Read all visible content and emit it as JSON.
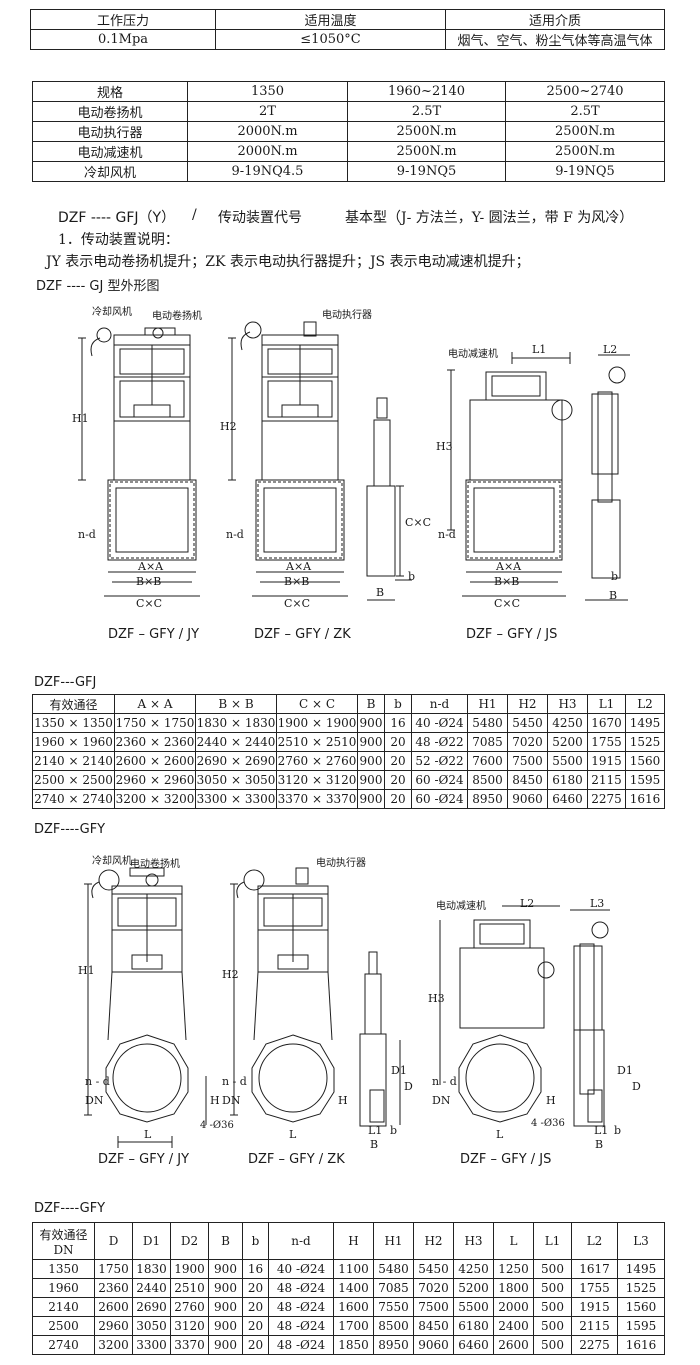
{
  "spec1": {
    "headers": [
      "工作压力",
      "适用温度",
      "适用介质"
    ],
    "values": [
      "0.1Mpa",
      "≤1050°C",
      "烟气、空气、粉尘气体等高温气体"
    ]
  },
  "spec2": {
    "rows": [
      [
        "规格",
        "1350",
        "1960~2140",
        "2500~2740"
      ],
      [
        "电动卷扬机",
        "2T",
        "2.5T",
        "2.5T"
      ],
      [
        "电动执行器",
        "2000N.m",
        "2500N.m",
        "2500N.m"
      ],
      [
        "电动减速机",
        "2000N.m",
        "2500N.m",
        "2500N.m"
      ],
      [
        "冷却风机",
        "9-19NQ4.5",
        "9-19NQ5",
        "9-19NQ5"
      ]
    ]
  },
  "notes": {
    "model": "DZF ---- GFJ（Y）",
    "slash": "/",
    "drive_code": "传动装置代号",
    "basic": "基本型（J- 方法兰，Y- 圆法兰，带 F 为风冷）",
    "item1": "1．传动装置说明：",
    "item2": "JY 表示电动卷扬机提升；ZK 表示电动执行器提升；JS 表示电动减速机提升；",
    "fig_title": "DZF ---- GJ 型外形图"
  },
  "fig1": {
    "cooling_fan": "冷却风机",
    "winch": "电动卷扬机",
    "actuator": "电动执行器",
    "reducer": "电动减速机",
    "h1": "H1",
    "h2": "H2",
    "h3": "H3",
    "l1": "L1",
    "l2": "L2",
    "nd": "n-d",
    "cxc_v": "C×C",
    "axa": "A×A",
    "bxb": "B×B",
    "cxc": "C×C",
    "b_big": "B",
    "b_small": "b",
    "cap_jy": "DZF – GFY / JY",
    "cap_zk": "DZF – GFY / ZK",
    "cap_js": "DZF – GFY / JS"
  },
  "table3": {
    "label": "DZF---GFJ",
    "headers": [
      "有效通径",
      "A × A",
      "B × B",
      "C × C",
      "B",
      "b",
      "n-d",
      "H1",
      "H2",
      "H3",
      "L1",
      "L2"
    ],
    "rows": [
      [
        "1350 × 1350",
        "1750 × 1750",
        "1830 × 1830",
        "1900 × 1900",
        "900",
        "16",
        "40 -Ø24",
        "5480",
        "5450",
        "4250",
        "1670",
        "1495"
      ],
      [
        "1960 × 1960",
        "2360 × 2360",
        "2440 × 2440",
        "2510 × 2510",
        "900",
        "20",
        "48 -Ø22",
        "7085",
        "7020",
        "5200",
        "1755",
        "1525"
      ],
      [
        "2140 × 2140",
        "2600 × 2600",
        "2690 × 2690",
        "2760 × 2760",
        "900",
        "20",
        "52 -Ø22",
        "7600",
        "7500",
        "5500",
        "1915",
        "1560"
      ],
      [
        "2500 × 2500",
        "2960 × 2960",
        "3050 × 3050",
        "3120 × 3120",
        "900",
        "20",
        "60 -Ø24",
        "8500",
        "8450",
        "6180",
        "2115",
        "1595"
      ],
      [
        "2740 × 2740",
        "3200 × 3200",
        "3300 × 3300",
        "3370 × 3370",
        "900",
        "20",
        "60 -Ø24",
        "8950",
        "9060",
        "6460",
        "2275",
        "1616"
      ]
    ]
  },
  "fig2": {
    "label": "DZF----GFY",
    "cooling_fan": "冷却风机",
    "winch": "电动卷扬机",
    "actuator": "电动执行器",
    "reducer": "电动减速机",
    "h1": "H1",
    "h2": "H2",
    "h3": "H3",
    "h": "H",
    "d1": "D1",
    "d": "D",
    "l": "L",
    "l1": "L1",
    "l2": "L2",
    "l3": "L3",
    "b_big": "B",
    "b_small": "b",
    "nd": "n - d",
    "dn": "DN",
    "holes": "4 -Ø36",
    "cap_jy": "DZF – GFY / JY",
    "cap_zk": "DZF – GFY / ZK",
    "cap_js": "DZF – GFY / JS"
  },
  "table4": {
    "label": "DZF----GFY",
    "headers": [
      "有效通径\nDN",
      "D",
      "D1",
      "D2",
      "B",
      "b",
      "n-d",
      "H",
      "H1",
      "H2",
      "H3",
      "L",
      "L1",
      "L2",
      "L3"
    ],
    "rows": [
      [
        "1350",
        "1750",
        "1830",
        "1900",
        "900",
        "16",
        "40 -Ø24",
        "1100",
        "5480",
        "5450",
        "4250",
        "1250",
        "500",
        "1617",
        "1495"
      ],
      [
        "1960",
        "2360",
        "2440",
        "2510",
        "900",
        "20",
        "48 -Ø24",
        "1400",
        "7085",
        "7020",
        "5200",
        "1800",
        "500",
        "1755",
        "1525"
      ],
      [
        "2140",
        "2600",
        "2690",
        "2760",
        "900",
        "20",
        "48 -Ø24",
        "1600",
        "7550",
        "7500",
        "5500",
        "2000",
        "500",
        "1915",
        "1560"
      ],
      [
        "2500",
        "2960",
        "3050",
        "3120",
        "900",
        "20",
        "48 -Ø24",
        "1700",
        "8500",
        "8450",
        "6180",
        "2400",
        "500",
        "2115",
        "1595"
      ],
      [
        "2740",
        "3200",
        "3300",
        "3370",
        "900",
        "20",
        "48 -Ø24",
        "1850",
        "8950",
        "9060",
        "6460",
        "2600",
        "500",
        "2275",
        "1616"
      ]
    ]
  }
}
